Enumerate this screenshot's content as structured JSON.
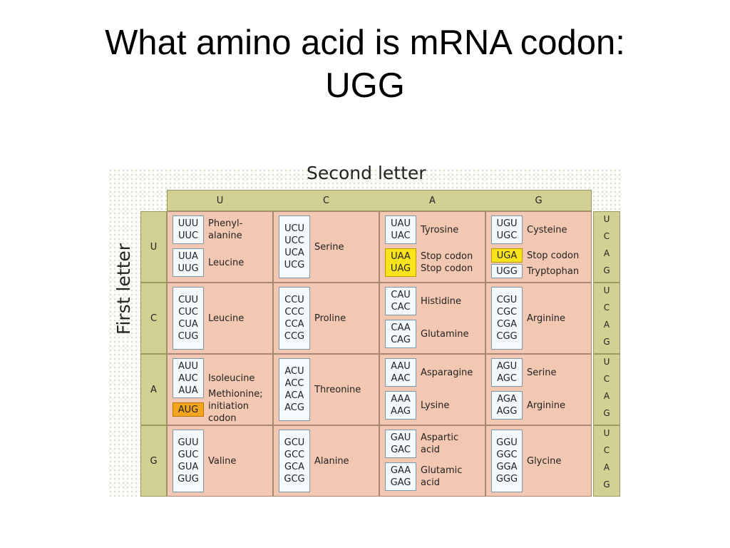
{
  "title": {
    "line1": "What amino acid is mRNA codon:",
    "line2": "UGG"
  },
  "diagram": {
    "second_letter_label": "Second letter",
    "first_letter_label": "First letter",
    "second_letters": [
      "U",
      "C",
      "A",
      "G"
    ],
    "first_letters": [
      "U",
      "C",
      "A",
      "G"
    ],
    "third_letters": [
      "U",
      "C",
      "A",
      "G"
    ],
    "colors": {
      "highlight_stop": "#f9e31b",
      "highlight_start": "#f4a51e",
      "cell": "#f2c8b2",
      "header": "#d2d193"
    },
    "rows": [
      {
        "first": "U",
        "cells": [
          {
            "second": "U",
            "boxes": [
              {
                "codons": [
                  "UUU",
                  "UUC"
                ],
                "label": [
                  "Phenyl-",
                  "alanine"
                ]
              },
              {
                "codons": [
                  "UUA",
                  "UUG"
                ],
                "label": [
                  "Leucine"
                ]
              }
            ]
          },
          {
            "second": "C",
            "boxes": [
              {
                "codons": [
                  "UCU",
                  "UCC",
                  "UCA",
                  "UCG"
                ],
                "label": [
                  "Serine"
                ]
              }
            ]
          },
          {
            "second": "A",
            "boxes": [
              {
                "codons": [
                  "UAU",
                  "UAC"
                ],
                "label": [
                  "Tyrosine"
                ]
              },
              {
                "codons": [
                  "UAA",
                  "UAG"
                ],
                "label": [
                  "Stop codon",
                  "Stop codon"
                ],
                "highlight": "stop"
              }
            ]
          },
          {
            "second": "G",
            "boxes": [
              {
                "codons": [
                  "UGU",
                  "UGC"
                ],
                "label": [
                  "Cysteine"
                ]
              },
              {
                "codons": [
                  "UGA"
                ],
                "label": [
                  "Stop codon"
                ],
                "highlight": "stop"
              },
              {
                "codons": [
                  "UGG"
                ],
                "label": [
                  "Tryptophan"
                ]
              }
            ]
          }
        ]
      },
      {
        "first": "C",
        "cells": [
          {
            "second": "U",
            "boxes": [
              {
                "codons": [
                  "CUU",
                  "CUC",
                  "CUA",
                  "CUG"
                ],
                "label": [
                  "Leucine"
                ]
              }
            ]
          },
          {
            "second": "C",
            "boxes": [
              {
                "codons": [
                  "CCU",
                  "CCC",
                  "CCA",
                  "CCG"
                ],
                "label": [
                  "Proline"
                ]
              }
            ]
          },
          {
            "second": "A",
            "boxes": [
              {
                "codons": [
                  "CAU",
                  "CAC"
                ],
                "label": [
                  "Histidine"
                ]
              },
              {
                "codons": [
                  "CAA",
                  "CAG"
                ],
                "label": [
                  "Glutamine"
                ]
              }
            ]
          },
          {
            "second": "G",
            "boxes": [
              {
                "codons": [
                  "CGU",
                  "CGC",
                  "CGA",
                  "CGG"
                ],
                "label": [
                  "Arginine"
                ]
              }
            ]
          }
        ]
      },
      {
        "first": "A",
        "cells": [
          {
            "second": "U",
            "boxes": [
              {
                "codons": [
                  "AUU",
                  "AUC",
                  "AUA"
                ],
                "label": [
                  "Isoleucine"
                ]
              },
              {
                "codons": [
                  "AUG"
                ],
                "label": [
                  "Methionine;",
                  "initiation",
                  "codon"
                ],
                "highlight": "start"
              }
            ]
          },
          {
            "second": "C",
            "boxes": [
              {
                "codons": [
                  "ACU",
                  "ACC",
                  "ACA",
                  "ACG"
                ],
                "label": [
                  "Threonine"
                ]
              }
            ]
          },
          {
            "second": "A",
            "boxes": [
              {
                "codons": [
                  "AAU",
                  "AAC"
                ],
                "label": [
                  "Asparagine"
                ]
              },
              {
                "codons": [
                  "AAA",
                  "AAG"
                ],
                "label": [
                  "Lysine"
                ]
              }
            ]
          },
          {
            "second": "G",
            "boxes": [
              {
                "codons": [
                  "AGU",
                  "AGC"
                ],
                "label": [
                  "Serine"
                ]
              },
              {
                "codons": [
                  "AGA",
                  "AGG"
                ],
                "label": [
                  "Arginine"
                ]
              }
            ]
          }
        ]
      },
      {
        "first": "G",
        "cells": [
          {
            "second": "U",
            "boxes": [
              {
                "codons": [
                  "GUU",
                  "GUC",
                  "GUA",
                  "GUG"
                ],
                "label": [
                  "Valine"
                ]
              }
            ]
          },
          {
            "second": "C",
            "boxes": [
              {
                "codons": [
                  "GCU",
                  "GCC",
                  "GCA",
                  "GCG"
                ],
                "label": [
                  "Alanine"
                ]
              }
            ]
          },
          {
            "second": "A",
            "boxes": [
              {
                "codons": [
                  "GAU",
                  "GAC"
                ],
                "label": [
                  "Aspartic",
                  "acid"
                ]
              },
              {
                "codons": [
                  "GAA",
                  "GAG"
                ],
                "label": [
                  "Glutamic",
                  "acid"
                ]
              }
            ]
          },
          {
            "second": "G",
            "boxes": [
              {
                "codons": [
                  "GGU",
                  "GGC",
                  "GGA",
                  "GGG"
                ],
                "label": [
                  "Glycine"
                ]
              }
            ]
          }
        ]
      }
    ]
  }
}
